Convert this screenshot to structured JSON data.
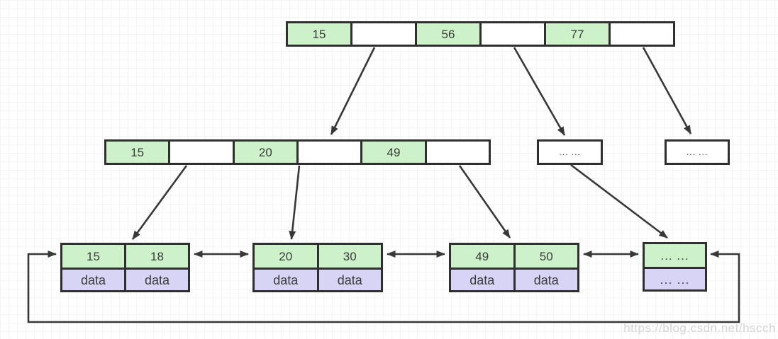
{
  "diagram_type": "b-plus-tree",
  "root": {
    "cells": [
      "15",
      "",
      "56",
      "",
      "77",
      ""
    ]
  },
  "internal": {
    "cells": [
      "15",
      "",
      "20",
      "",
      "49",
      ""
    ]
  },
  "collapsed": [
    {
      "label": "... ..."
    },
    {
      "label": "... ..."
    }
  ],
  "leaves": [
    {
      "keys": [
        "15",
        "18"
      ],
      "values": [
        "data",
        "data"
      ]
    },
    {
      "keys": [
        "20",
        "30"
      ],
      "values": [
        "data",
        "data"
      ]
    },
    {
      "keys": [
        "49",
        "50"
      ],
      "values": [
        "data",
        "data"
      ]
    },
    {
      "keys": [
        "... ..."
      ],
      "values": [
        "... ..."
      ]
    }
  ],
  "edges": {
    "root_to_children": 3,
    "internal_to_leaves": 4,
    "leaf_sibling_links": 3,
    "circular_link": true
  },
  "colors": {
    "key_fill": "#cdf2ca",
    "data_fill": "#d8d4f5",
    "border": "#2f2f2f",
    "line": "#383838",
    "watermark": "#d4d4d4"
  },
  "watermark": "https://blog.csdn.net/hscch"
}
